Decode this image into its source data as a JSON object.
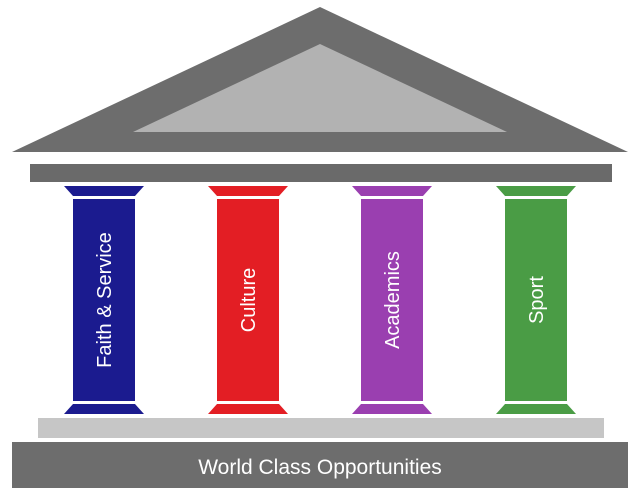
{
  "diagram": {
    "colors": {
      "roof_outer": "#6d6d6d",
      "roof_inner": "#b2b2b2",
      "entablature": "#6a6a6a",
      "step": "#c6c6c6",
      "base": "#6d6d6d"
    },
    "pillars": [
      {
        "label": "Faith & Service",
        "color": "#1b1b8f"
      },
      {
        "label": "Culture",
        "color": "#e31e24"
      },
      {
        "label": "Academics",
        "color": "#9a3fb0"
      },
      {
        "label": "Sport",
        "color": "#4a9c45"
      }
    ],
    "base_label": "World Class Opportunities"
  }
}
